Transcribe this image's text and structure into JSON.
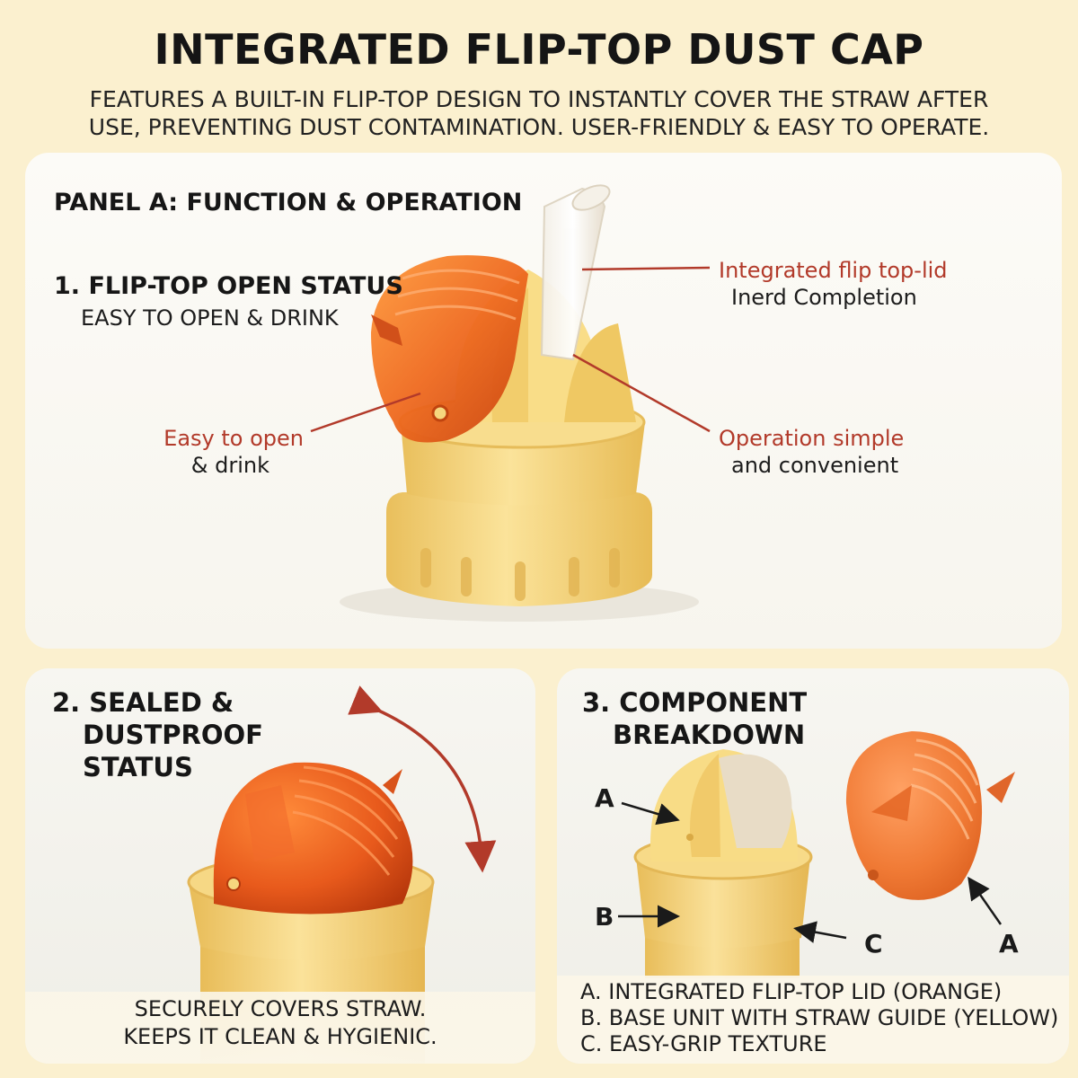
{
  "header": {
    "title": "INTEGRATED FLIP-TOP DUST CAP",
    "subtitle_line1": "FEATURES A BUILT-IN FLIP-TOP DESIGN TO INSTANTLY COVER THE STRAW AFTER",
    "subtitle_line2": "USE, PREVENTING DUST CONTAMINATION. USER-FRIENDLY & EASY TO OPERATE."
  },
  "panel_a": {
    "title": "PANEL A: FUNCTION & OPERATION",
    "step_title": "1. FLIP-TOP OPEN STATUS",
    "step_sub": "EASY TO OPEN & DRINK",
    "callout_lid_red": "Integrated flip top-lid",
    "callout_lid_black": "Inerd Completion",
    "callout_open_red": "Easy to open",
    "callout_open_black": "& drink",
    "callout_op_red": "Operation simple",
    "callout_op_black": "and convenient"
  },
  "panel_2": {
    "title_line1": "2. SEALED &",
    "title_line2": "DUSTPROOF",
    "title_line3": "STATUS",
    "caption_line1": "SECURELY COVERS STRAW.",
    "caption_line2": "KEEPS IT CLEAN & HYGIENIC."
  },
  "panel_3": {
    "title_line1": "3. COMPONENT",
    "title_line2": "BREAKDOWN",
    "label_a1": "A",
    "label_b": "B",
    "label_c": "C",
    "label_a2": "A",
    "legend_a": "A. INTEGRATED FLIP-TOP LID (ORANGE)",
    "legend_b": "B. BASE UNIT WITH STRAW GUIDE (YELLOW)",
    "legend_c": "C. EASY-GRIP TEXTURE"
  },
  "colors": {
    "background": "#fbf0cf",
    "lid_orange": "#e8621f",
    "base_yellow": "#f6d77e",
    "accent_red": "#b23a2a"
  }
}
